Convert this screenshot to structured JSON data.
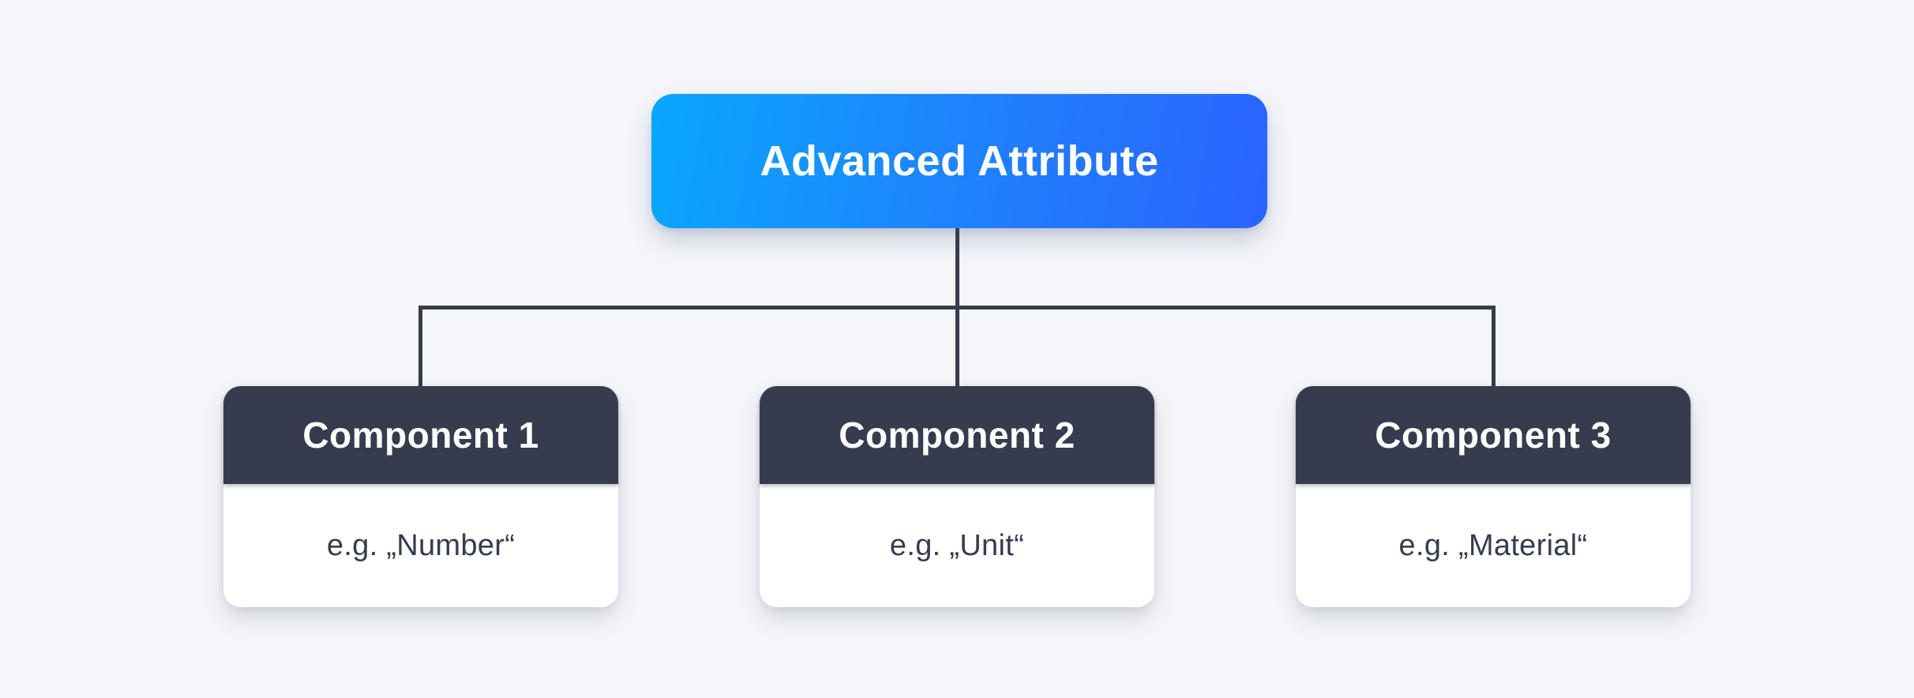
{
  "canvas": {
    "background_color": "#f5f6fa",
    "connector_color": "#363c4e"
  },
  "root": {
    "label": "Advanced Attribute",
    "gradient_from": "#08a7fd",
    "gradient_to": "#2b63fd",
    "text_color": "#ffffff"
  },
  "cards": {
    "header_bg": "#363c4e",
    "header_text_color": "#ffffff",
    "body_bg": "#ffffff",
    "body_text_color": "#363c4e"
  },
  "components": [
    {
      "title": "Component 1",
      "example": "e.g. „Number“"
    },
    {
      "title": "Component 2",
      "example": "e.g. „Unit“"
    },
    {
      "title": "Component 3",
      "example": "e.g. „Material“"
    }
  ]
}
